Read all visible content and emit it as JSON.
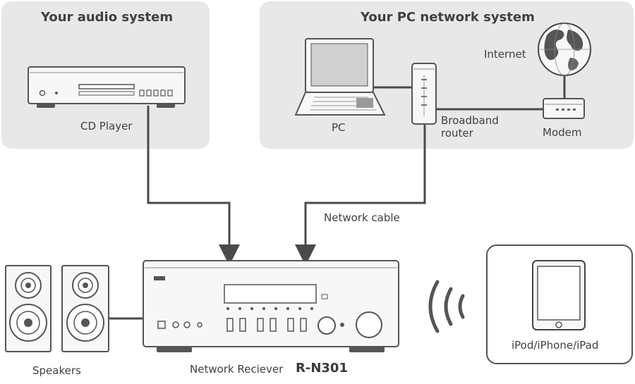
{
  "panels": {
    "audio": {
      "title": "Your audio system"
    },
    "network": {
      "title": "Your PC network system"
    }
  },
  "labels": {
    "cd_player": "CD Player",
    "pc": "PC",
    "internet": "Internet",
    "router_line1": "Broadband",
    "router_line2": "router",
    "modem": "Modem",
    "network_cable": "Network cable",
    "speakers": "Speakers",
    "receiver_name": "Network Reciever",
    "receiver_model": "R-N301",
    "ipod": "iPod/iPhone/iPad"
  },
  "colors": {
    "panel_fill": "#e8e8e8",
    "line": "#4a4a4a",
    "device_fill": "#f7f7f7"
  },
  "icons": [
    "cd-player-icon",
    "laptop-icon",
    "router-icon",
    "globe-icon",
    "modem-icon",
    "speaker-icon",
    "receiver-icon",
    "tablet-icon",
    "wireless-waves-icon"
  ]
}
